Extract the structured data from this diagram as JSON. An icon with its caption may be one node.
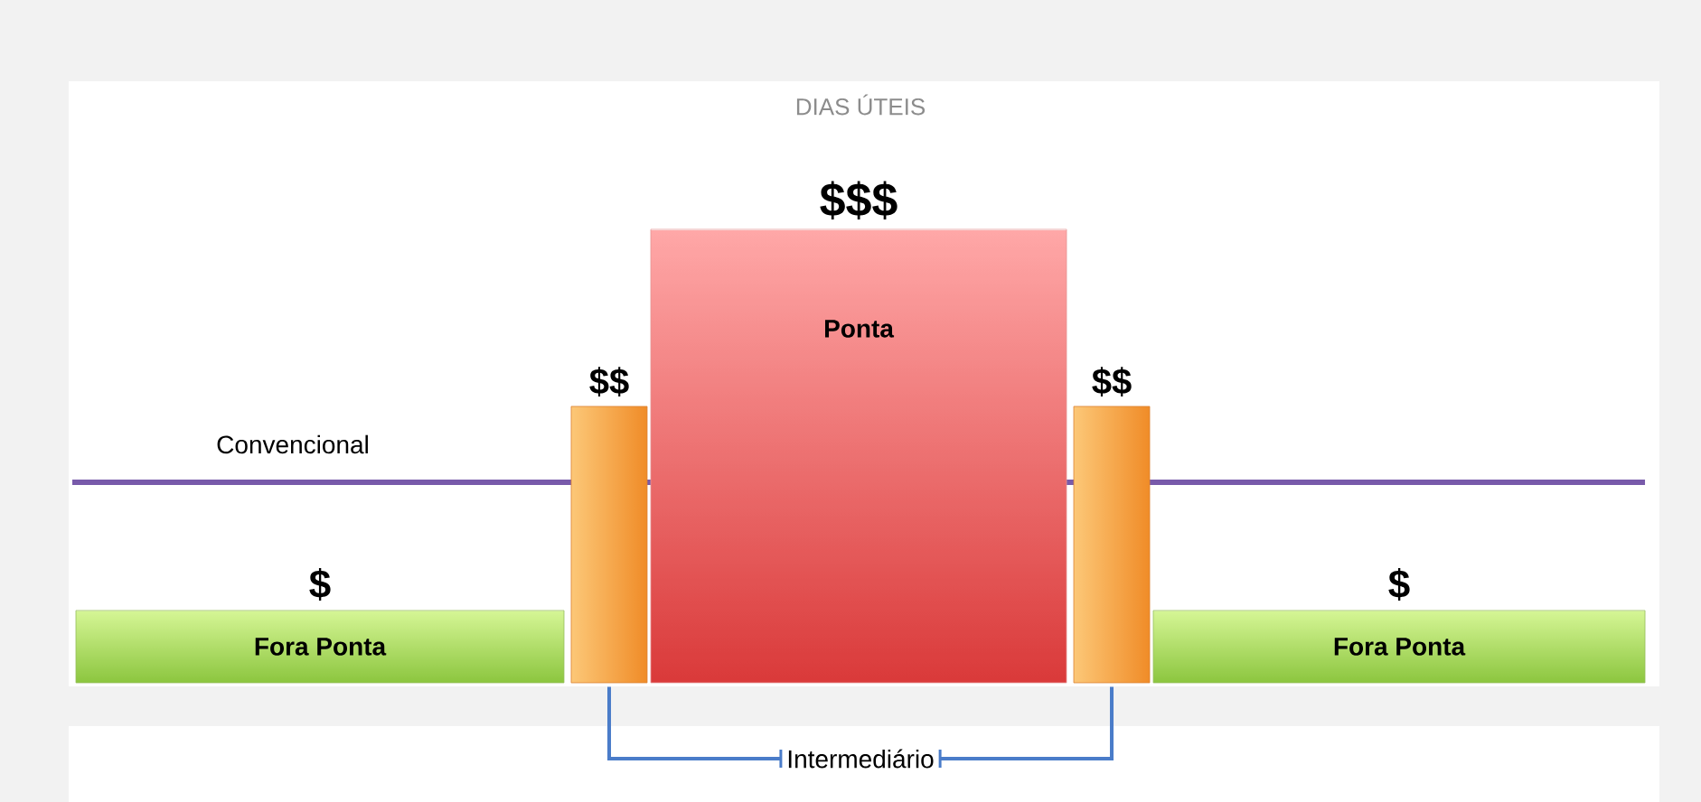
{
  "diagram": {
    "title": "DIAS ÚTEIS",
    "nodes": [
      {
        "text": [
          "Fora Ponta"
        ],
        "beside": [
          "$"
        ]
      },
      {
        "text": [],
        "shape": "bar",
        "beside": [
          "$$"
        ]
      },
      {
        "text": [
          "Ponta"
        ],
        "beside": [
          "$$$"
        ]
      },
      {
        "text": [],
        "shape": "bar",
        "beside": [
          "$$"
        ]
      },
      {
        "text": [
          "Fora Ponta"
        ],
        "beside": [
          "$"
        ]
      },
      {
        "text": [
          "Intermediário"
        ]
      }
    ],
    "edges": [
      {
        "from": 5,
        "to": 1,
        "arrow": "none",
        "color": "#4a7cc9"
      },
      {
        "from": 5,
        "to": 3,
        "arrow": "none",
        "color": "#4a7cc9"
      }
    ],
    "labels": [
      "Convencional"
    ]
  }
}
